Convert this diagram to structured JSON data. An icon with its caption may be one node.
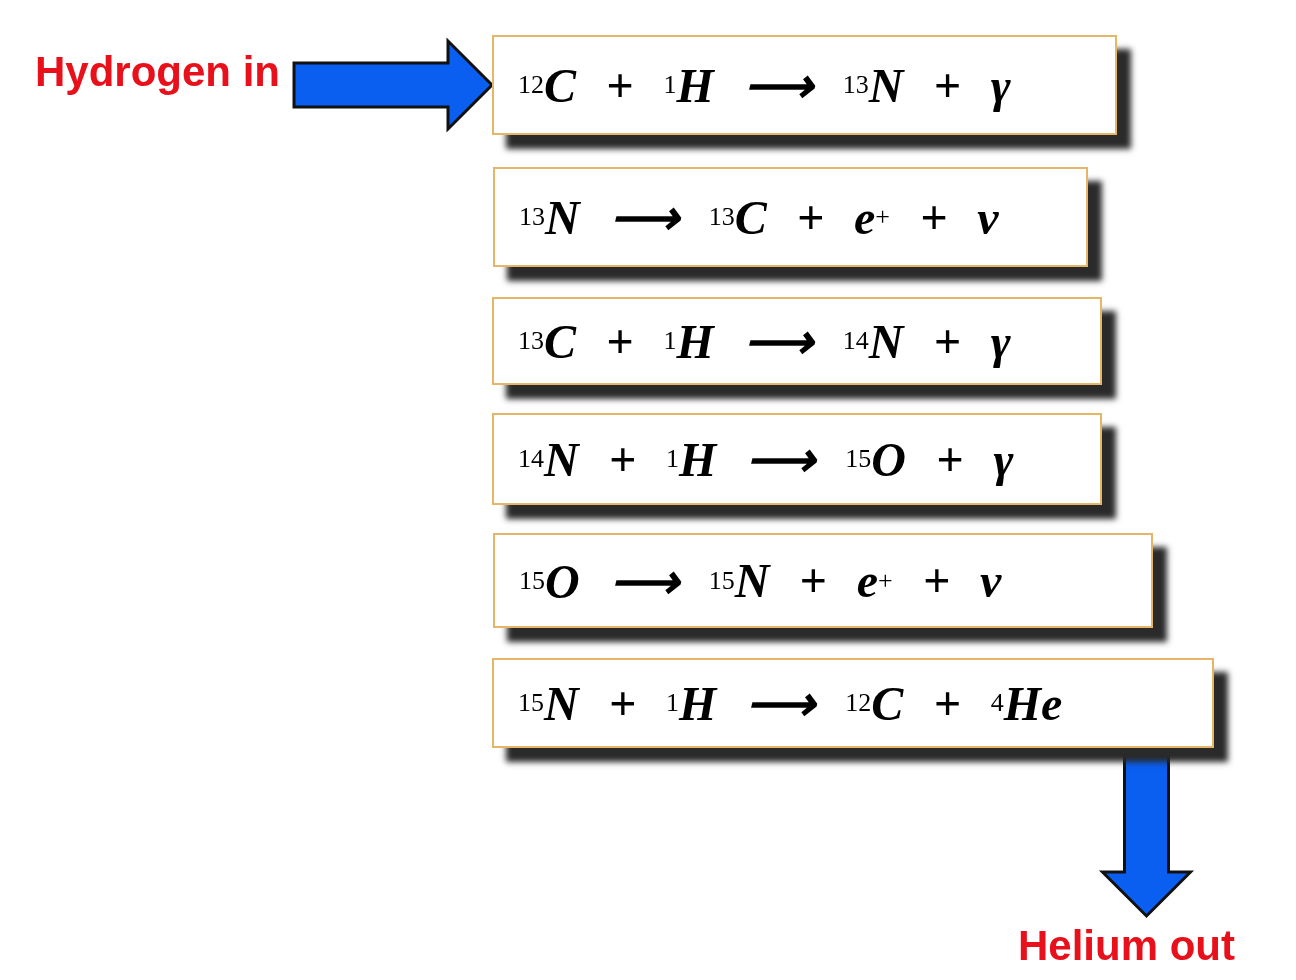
{
  "diagram": {
    "nodes": [
      {
        "text": [
          "Hydrogen in"
        ]
      },
      {
        "text": [
          "$^{12}$C + $^{1}$H ⟶ $^{13}$N + γ"
        ]
      },
      {
        "text": [
          "$^{13}$N ⟶ $^{13}$C + e$^{+}$ + ν"
        ]
      },
      {
        "text": [
          "$^{13}$C + $^{1}$H ⟶ $^{14}$N + γ"
        ]
      },
      {
        "text": [
          "$^{14}$N + $^{1}$H ⟶ $^{15}$O + γ"
        ]
      },
      {
        "text": [
          "$^{15}$O ⟶ $^{15}$N + e$^{+}$ + ν"
        ]
      },
      {
        "text": [
          "$^{15}$N + $^{1}$H ⟶ $^{12}$C + $^{4}$He"
        ]
      },
      {
        "text": [
          "Helium out"
        ]
      }
    ],
    "edges": [
      {
        "from": 0,
        "to": 1,
        "arrow": "to",
        "style": "thick"
      },
      {
        "from": 6,
        "to": 7,
        "arrow": "to",
        "style": "thick"
      }
    ]
  }
}
